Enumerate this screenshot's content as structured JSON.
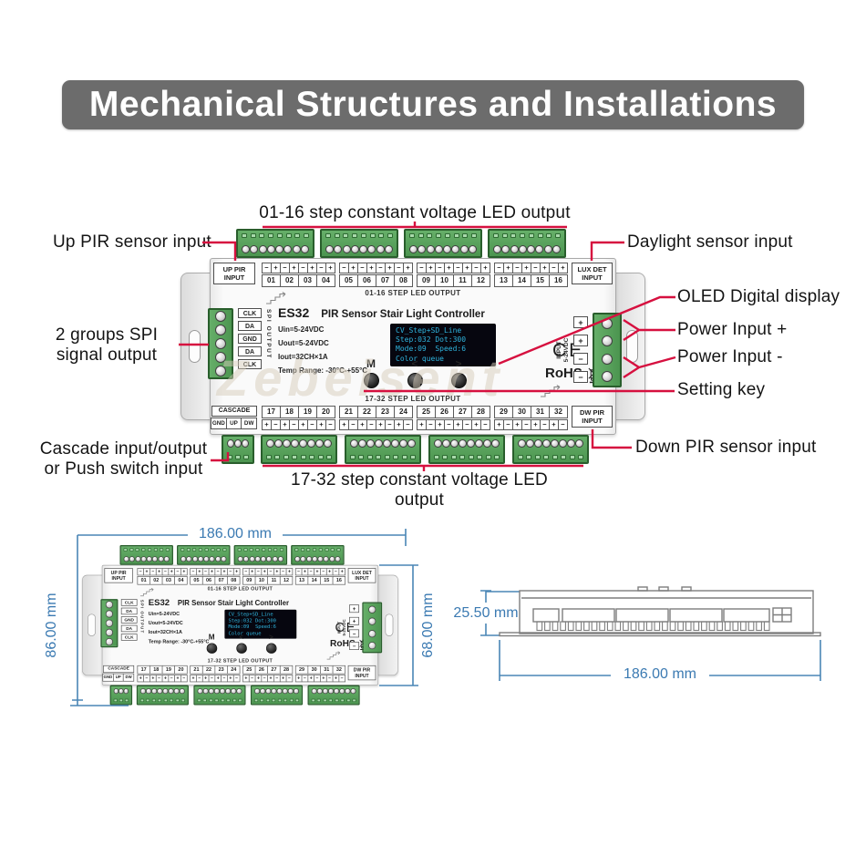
{
  "banner": {
    "title": "Mechanical Structures and Installations"
  },
  "callouts": {
    "top_output": "01-16 step constant voltage LED output",
    "up_pir": "Up PIR sensor input",
    "daylight": "Daylight sensor input",
    "oled": "OLED Digital display",
    "power_plus": "Power Input +",
    "power_minus": "Power Input -",
    "setting_key": "Setting key",
    "spi_line1": "2 groups SPI",
    "spi_line2": "signal output",
    "cascade_line1": "Cascade input/output",
    "cascade_line2": "or Push switch input",
    "down_pir": "Down PIR sensor input",
    "bottom_output": "17-32 step constant voltage LED output"
  },
  "device": {
    "model": "ES32",
    "product_name": "PIR Sensor Stair Light Controller",
    "specs": [
      "Uin=5-24VDC",
      "Uout=5-24VDC",
      "Iout=32CH×1A",
      "Temp Range: -30°C-+55°C"
    ],
    "oled_lines": [
      "CV_Step+SD_Line",
      "Step:032 Dot:300",
      "Mode:09  Speed:6",
      "Color queue"
    ],
    "buttons": [
      "M",
      "<",
      ">"
    ],
    "ce_mark": "CE",
    "rohs": "RoHS",
    "up_pir_label": [
      "UP PIR",
      "INPUT"
    ],
    "lux_label": [
      "LUX DET",
      "INPUT"
    ],
    "dw_pir_label": [
      "DW PIR",
      "INPUT"
    ],
    "cascade_label": "CASCADE",
    "cascade_pins": [
      "GND",
      "UP",
      "DW"
    ],
    "top_section_label": "01-16 STEP LED OUTPUT",
    "bottom_section_label": "17-32 STEP LED OUTPUT",
    "top_channels": [
      "01",
      "02",
      "03",
      "04",
      "05",
      "06",
      "07",
      "08",
      "09",
      "10",
      "11",
      "12",
      "13",
      "14",
      "15",
      "16"
    ],
    "bottom_channels": [
      "17",
      "18",
      "19",
      "20",
      "21",
      "22",
      "23",
      "24",
      "25",
      "26",
      "27",
      "28",
      "29",
      "30",
      "31",
      "32"
    ],
    "polarity_top": [
      "−",
      "+",
      "−",
      "+",
      "−",
      "+",
      "−",
      "+"
    ],
    "polarity_bottom": [
      "+",
      "−",
      "+",
      "−",
      "+",
      "−",
      "+",
      "−"
    ],
    "spi_pins": [
      "CLK",
      "DA",
      "GND",
      "DA",
      "CLK"
    ],
    "spi_output_label": "SPI OUTPUT",
    "power_pins": [
      "+",
      "+",
      "−",
      "−"
    ],
    "input_label": [
      "INPUT",
      "5-24VDC"
    ]
  },
  "dimensions": {
    "front_width": "186.00 mm",
    "front_height_total": "86.00 mm",
    "front_height_body": "68.00 mm",
    "side_height": "25.50 mm",
    "side_width": "186.00 mm"
  },
  "watermark": "Zebeisent",
  "colors": {
    "banner_bg": "#6c6c6c",
    "callout_red": "#d6103f",
    "dimension_blue": "#4a86b6",
    "terminal_green": "#4c9550",
    "oled_text": "#2fb4de"
  }
}
